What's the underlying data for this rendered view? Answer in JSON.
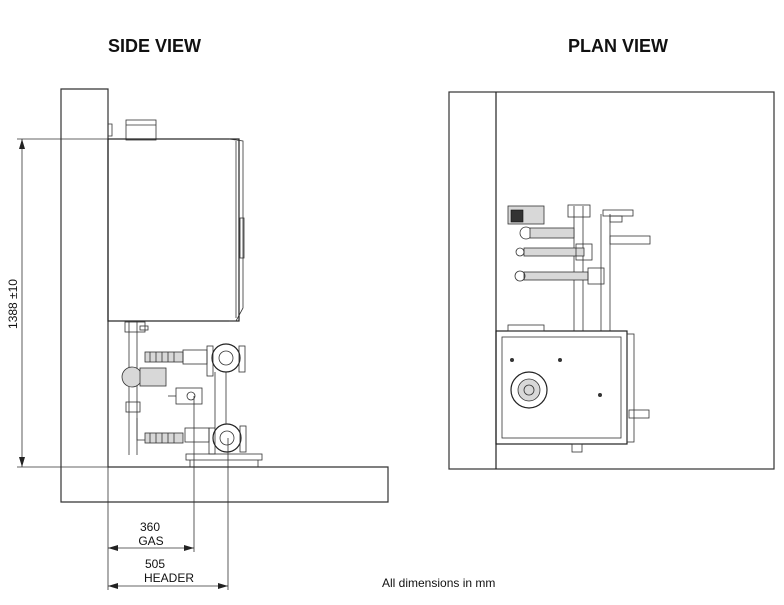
{
  "side_view": {
    "title": "SIDE VIEW",
    "height_dimension": "1388 ±10",
    "gas_dimension_value": "360",
    "gas_dimension_label": "GAS",
    "header_dimension_value": "505",
    "header_dimension_label": "HEADER"
  },
  "plan_view": {
    "title": "PLAN VIEW"
  },
  "footer_note": "All dimensions in mm"
}
